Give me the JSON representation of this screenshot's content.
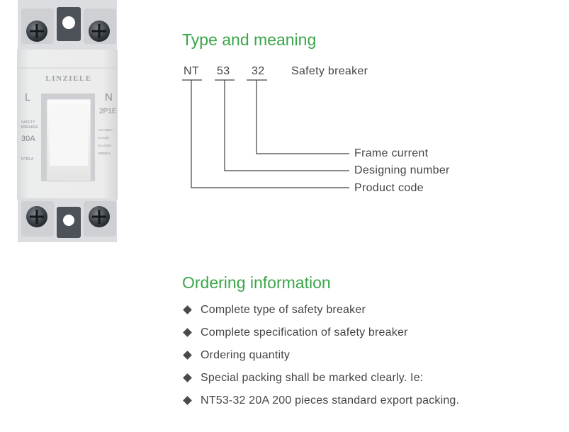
{
  "product": {
    "brand": "LINZIELE",
    "left_terminal": "L",
    "right_terminal": "N",
    "model_short": "2P1E",
    "label_type": "SAFETY BREAKER",
    "rating": "30A",
    "series": "NT50-A",
    "spec_lines": [
      "Un=230V~",
      "In=C30",
      "In=4.5kA",
      "50/60Hz"
    ]
  },
  "type_section": {
    "heading": "Type and meaning",
    "code_parts": [
      "NT",
      "53",
      "32"
    ],
    "code_description": "Safety breaker",
    "labels": {
      "frame_current": "Frame current",
      "designing_number": "Designing number",
      "product_code": "Product code"
    }
  },
  "ordering_section": {
    "heading": "Ordering information",
    "items": [
      "Complete type of safety breaker",
      "Complete specification of safety breaker",
      "Ordering quantity",
      "Special packing shall be marked clearly. Ie:",
      "NT53-32 20A 200 pieces standard export packing."
    ]
  },
  "colors": {
    "heading_green": "#3aa64a",
    "text_gray": "#444444",
    "breaker_body": "#e9eaec"
  }
}
